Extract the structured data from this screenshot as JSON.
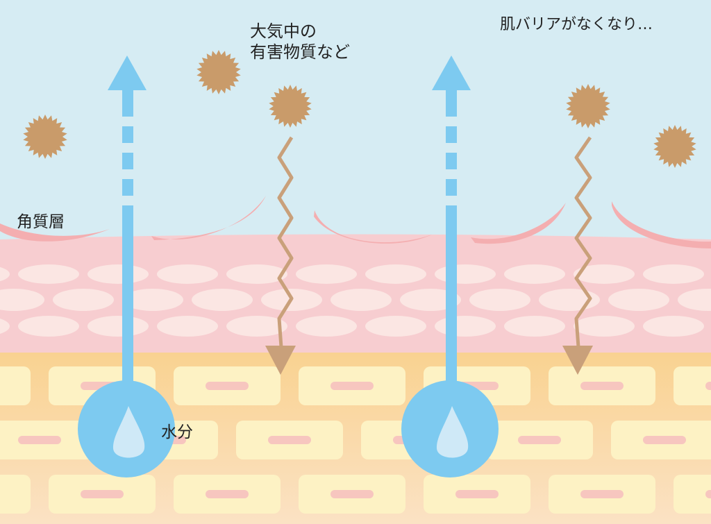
{
  "labels": {
    "stratum_corneum": "角質層",
    "pollutants_line1": "大気中の",
    "pollutants_line2": "有害物質など",
    "barrier_lost": "肌バリアがなくなり…",
    "moisture": "水分"
  },
  "colors": {
    "sky": "#d6ecf3",
    "stratum_cell": "#f4aeb0",
    "epidermis": "#f7cdd0",
    "epidermis_cell": "#fbe6e3",
    "dermis": "#fad79a",
    "dermis_cell": "#fdf2c4",
    "dermis_core": "#f7c6bf",
    "moisture": "#7dcaf0",
    "droplet": "#cfe9f7",
    "pollutant": "#c99b6a",
    "pollutant_path": "#c9a07a"
  },
  "icons": {
    "pollutant": "spiky-particle-icon",
    "moisture": "water-droplet-icon"
  }
}
